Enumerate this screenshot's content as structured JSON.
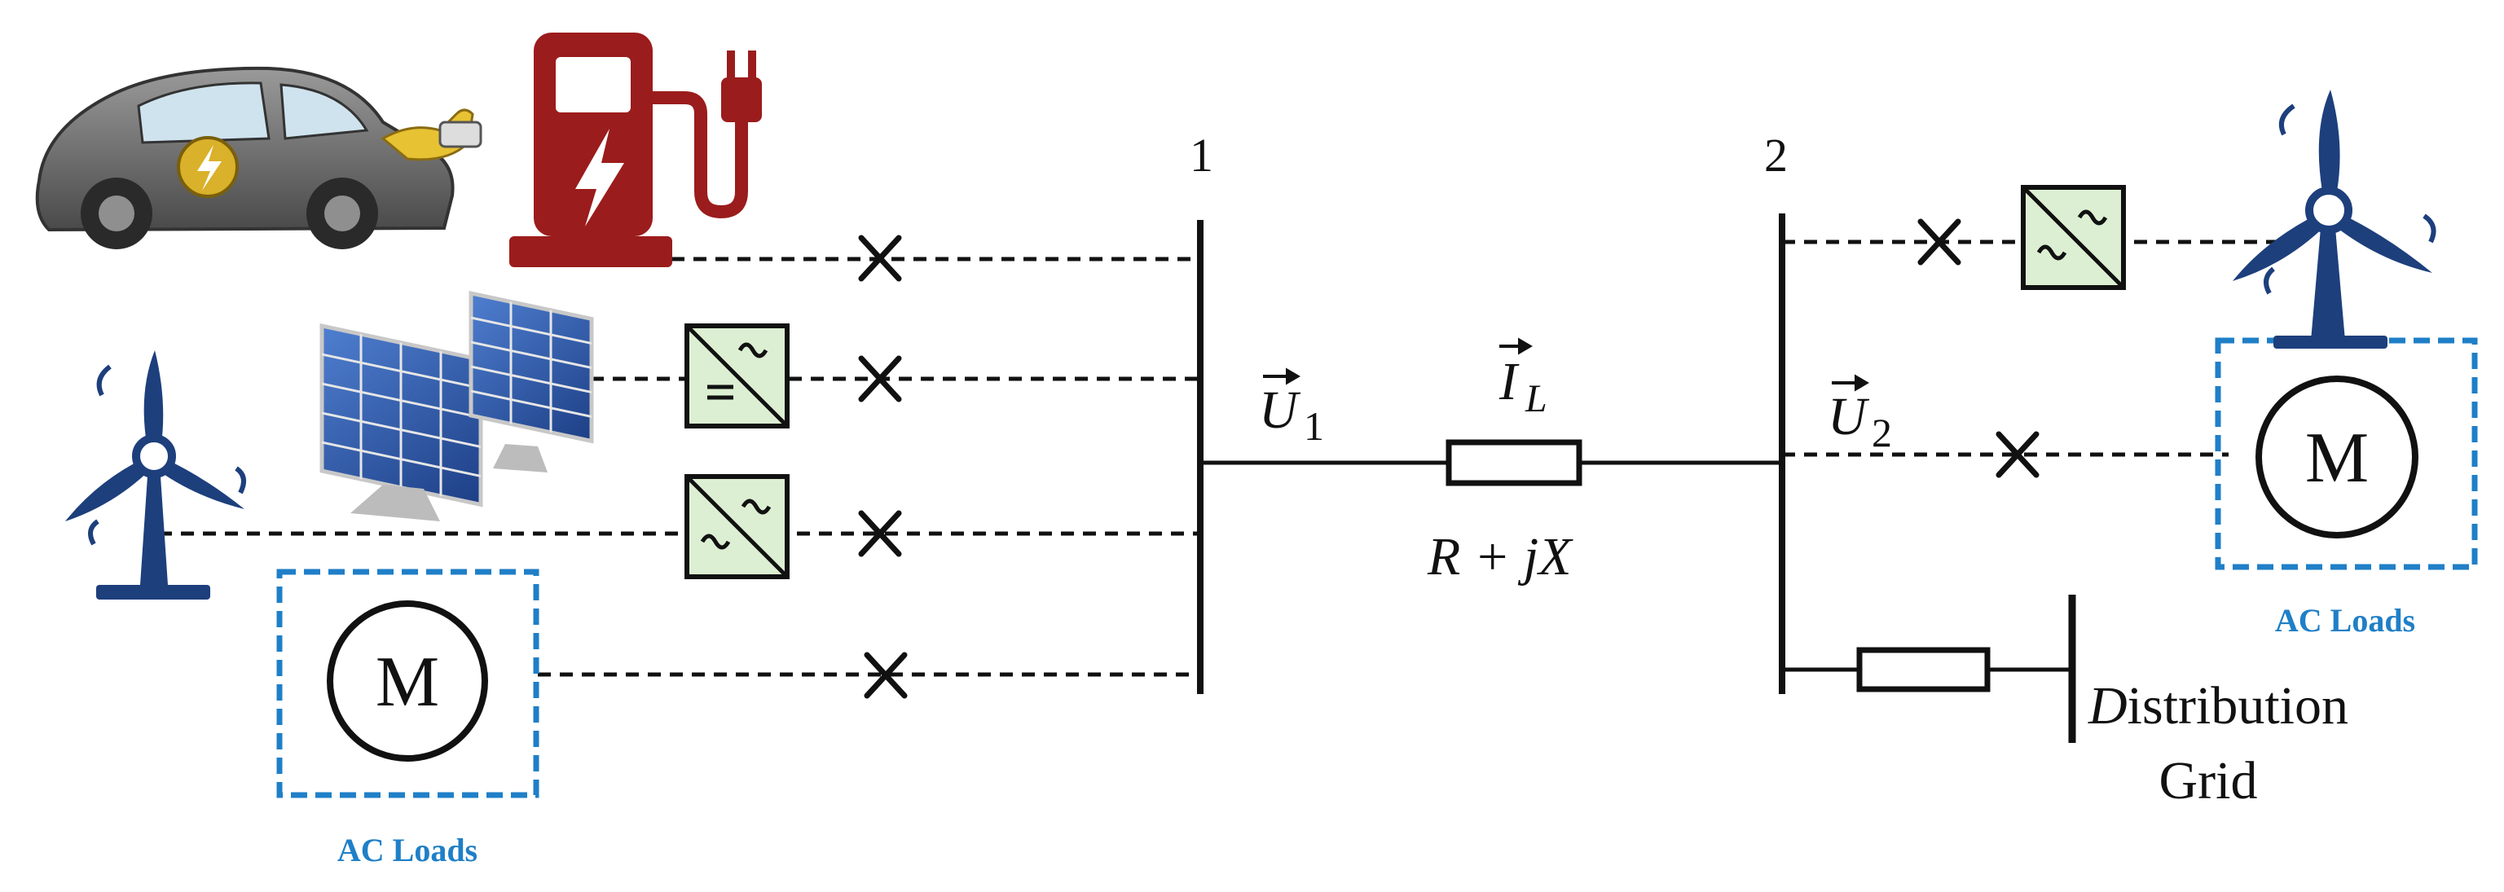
{
  "bus_1": {
    "label": "1"
  },
  "bus_2": {
    "label": "2"
  },
  "voltage_1": {
    "symbol": "U",
    "subscript": "1"
  },
  "voltage_2": {
    "symbol": "U",
    "subscript": "2"
  },
  "line_current": {
    "symbol": "I",
    "subscript": "L"
  },
  "line_impedance": {
    "label": "R + jX"
  },
  "grid": {
    "label_italic": "D",
    "label_rest": "istribution",
    "label_line2": "Grid"
  },
  "loads": {
    "left_label": "AC Loads",
    "right_label": "AC Loads",
    "motor_left": "M",
    "motor_right": "M"
  },
  "colors": {
    "line": "#111111",
    "ev_red": "#9b1c1c",
    "wind_blue": "#1d3f7c",
    "loads_blue": "#1f7fc7",
    "converter_fill": "#dcefd2",
    "solar_blue": "#2d5aa8"
  },
  "icons": [
    "electric-car-icon",
    "charging-station-icon",
    "solar-panel-icon",
    "wind-turbine-icon",
    "converter-icon",
    "breaker-icon",
    "motor-icon"
  ]
}
